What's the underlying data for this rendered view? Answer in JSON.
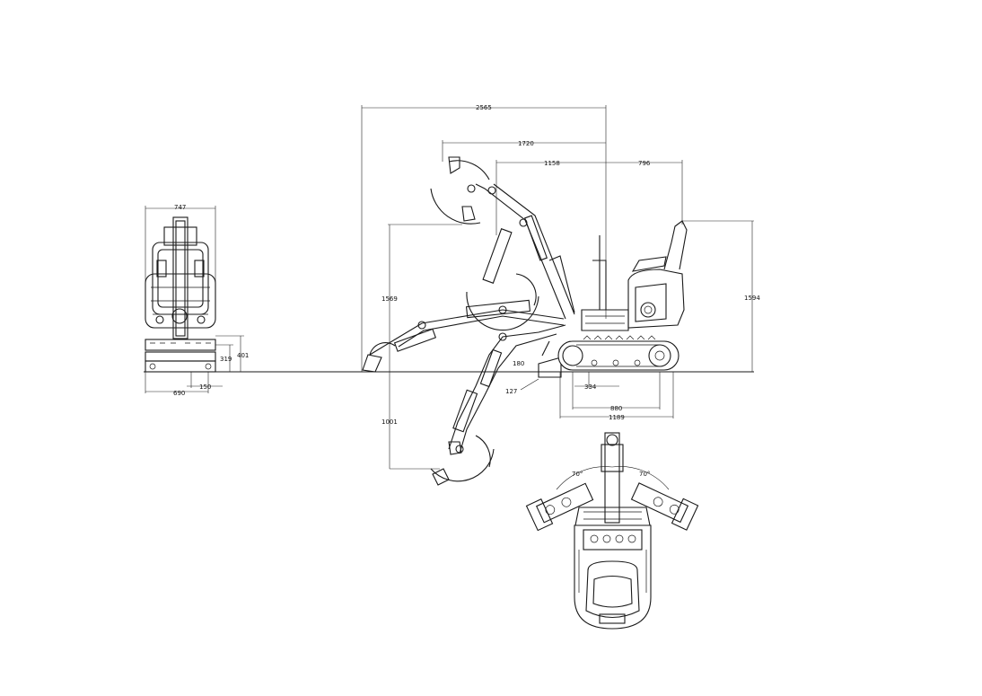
{
  "dimensions": {
    "overall_reach": "2565",
    "reach_1720": "1720",
    "reach_1158": "1158",
    "tail_796": "796",
    "dump_height": "1569",
    "overall_height": "1594",
    "dig_depth": "1001",
    "front_width": "747",
    "track_width": "690",
    "shoe_width": "150",
    "height_401": "401",
    "height_319": "319",
    "blade_180": "180",
    "blade_127": "127",
    "clearance_334": "334",
    "tumbler_880": "880",
    "track_length": "1189",
    "swing_left": "70°",
    "swing_right": "70°"
  }
}
